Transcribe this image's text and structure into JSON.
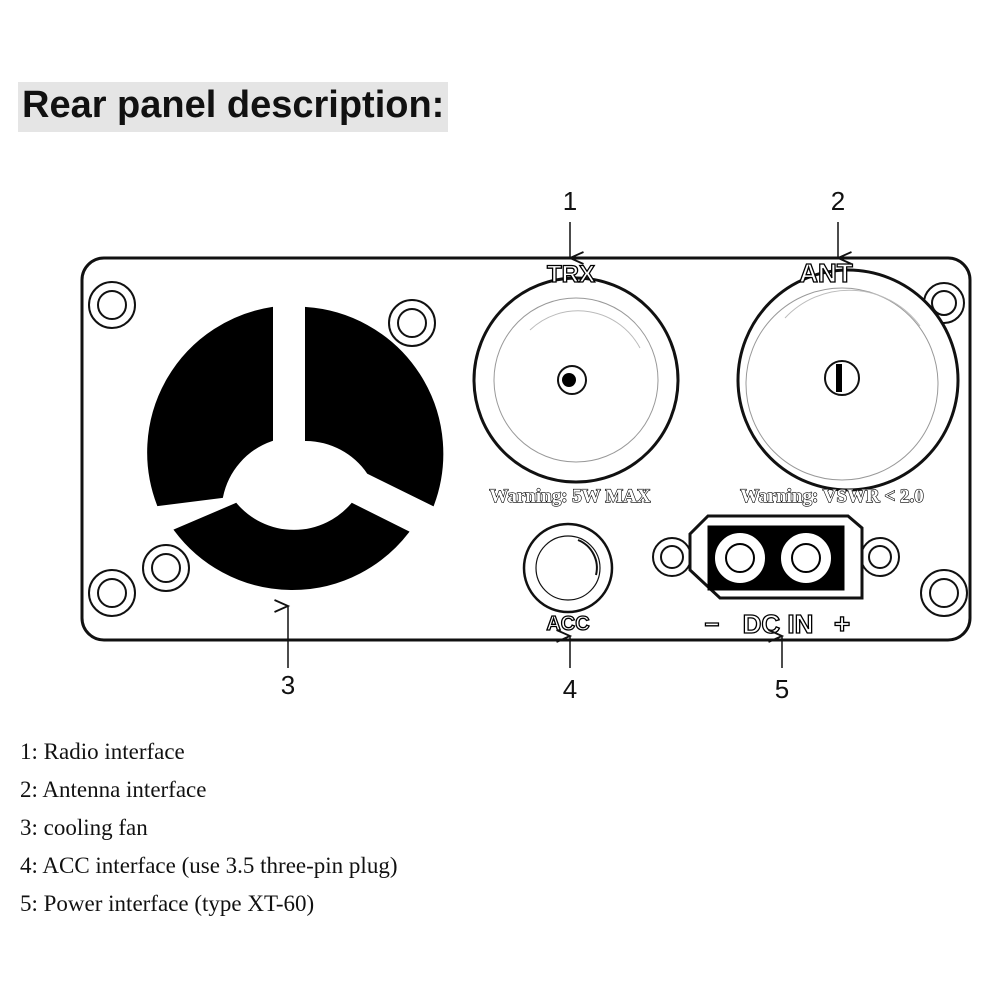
{
  "title": "Rear panel description:",
  "callouts": {
    "n1": "1",
    "n2": "2",
    "n3": "3",
    "n4": "4",
    "n5": "5"
  },
  "panel_labels": {
    "trx": "TRX",
    "ant": "ANT",
    "warning_power": "Warning: 5W MAX",
    "warning_vswr": "Warning: VSWR < 2.0",
    "acc": "ACC",
    "dc_minus": "−",
    "dc_in": "DC IN",
    "dc_plus": "+"
  },
  "legend": [
    "1: Radio interface",
    "2: Antenna interface",
    "3: cooling fan",
    "4: ACC interface (use 3.5 three-pin plug)",
    "5: Power interface (type XT-60)"
  ]
}
